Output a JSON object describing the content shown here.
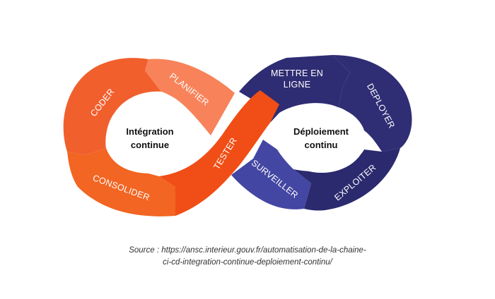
{
  "diagram": {
    "left_loop": {
      "center_label_line1": "Intégration",
      "center_label_line2": "continue",
      "segments": [
        {
          "label": "CODER",
          "color": "#f15f2d"
        },
        {
          "label": "PLANIFIER",
          "color": "#f8835a"
        },
        {
          "label": "CONSOLIDER",
          "color": "#f26522"
        },
        {
          "label": "TESTER",
          "color": "#f04e16"
        }
      ]
    },
    "right_loop": {
      "center_label_line1": "Déploiement",
      "center_label_line2": "continu",
      "segments": [
        {
          "label_line1": "METTRE EN",
          "label_line2": "LIGNE",
          "color": "#2e2c72"
        },
        {
          "label": "DEPLOYER",
          "color": "#2f2d74"
        },
        {
          "label": "EXPLOITER",
          "color": "#2b2a6e"
        },
        {
          "label": "SURVEILLER",
          "color": "#4346a2"
        }
      ]
    }
  },
  "caption": {
    "line1": "Source : https://ansc.interieur.gouv.fr/automatisation-de-la-chaine-",
    "line2": "ci-cd-integration-continue-deploiement-continu/"
  }
}
